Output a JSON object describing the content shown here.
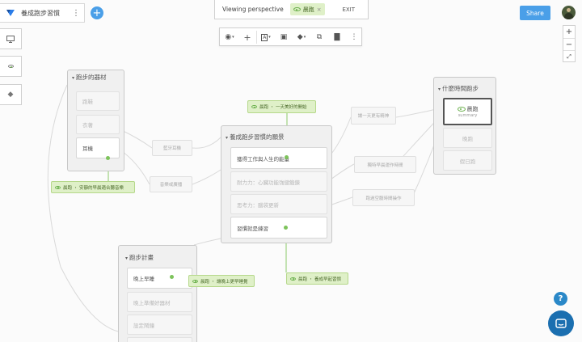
{
  "topbar": {
    "title": "養成跑步習慣",
    "share_label": "Share",
    "perspective_label": "Viewing perspective",
    "perspective_chip": "晨跑",
    "exit_label": "EXIT"
  },
  "groups": {
    "tools": {
      "title": "跑步的器材",
      "items": [
        "跑鞋",
        "衣著",
        "耳機"
      ]
    },
    "habit": {
      "title": "養成跑步習慣的願景",
      "items": [
        "獲得工作與人生的能量",
        "耐力力：心臟功能強健鍛鍊",
        "思考力：腦袋更新",
        "習慣就是練習"
      ]
    },
    "plan": {
      "title": "跑步計畫",
      "items": [
        "晚上早睡",
        "晚上準備好器材",
        "設定鬧鐘"
      ]
    },
    "time": {
      "title": "什麼時間跑步",
      "items": [
        "晨跑",
        "晚跑",
        "假日跑"
      ],
      "sub": "summary"
    }
  },
  "free_nodes": [
    "藍牙耳機",
    "音樂或廣播",
    "讓一天更有精神",
    "獨特早晨運作時間",
    "跑過空腹時間操作"
  ],
  "tags": {
    "t1": "晨跑 ・ 一天美好的開始",
    "t2": "晨跑 ・ 安靜的早晨適合聽音樂",
    "t3": "晨跑 ・ 讓晚上更早睡覺",
    "t4": "晨跑 ・ 養成早起習慣"
  },
  "icons": {
    "logo": "brand-logo-icon",
    "add": "plus-icon",
    "present": "presentation-icon",
    "eye": "eye-icon",
    "tag": "tag-icon",
    "help": "help-icon",
    "chat": "chat-icon"
  },
  "colors": {
    "accent": "#4a9fe8",
    "green": "#7dc35b",
    "help_blue": "#2a88c8",
    "chat_blue": "#1b6fb0"
  }
}
